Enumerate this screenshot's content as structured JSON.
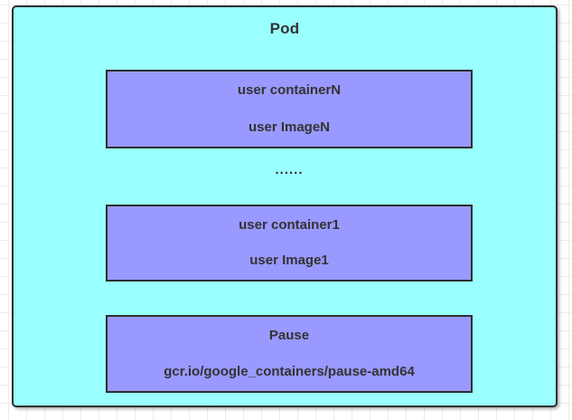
{
  "diagram": {
    "title": "Pod",
    "ellipsis": "......",
    "containers": [
      {
        "name": "user containerN",
        "image": "user ImageN"
      },
      {
        "name": "user container1",
        "image": "user Image1"
      },
      {
        "name": "Pause",
        "image": "gcr.io/google_containers/pause-amd64"
      }
    ],
    "colors": {
      "pod_fill": "#99FFFF",
      "container_fill": "#9999FF",
      "border": "#2E2E2E",
      "text": "#333333",
      "canvas": "#FFFFFF",
      "grid_line": "#ECECEC"
    }
  }
}
